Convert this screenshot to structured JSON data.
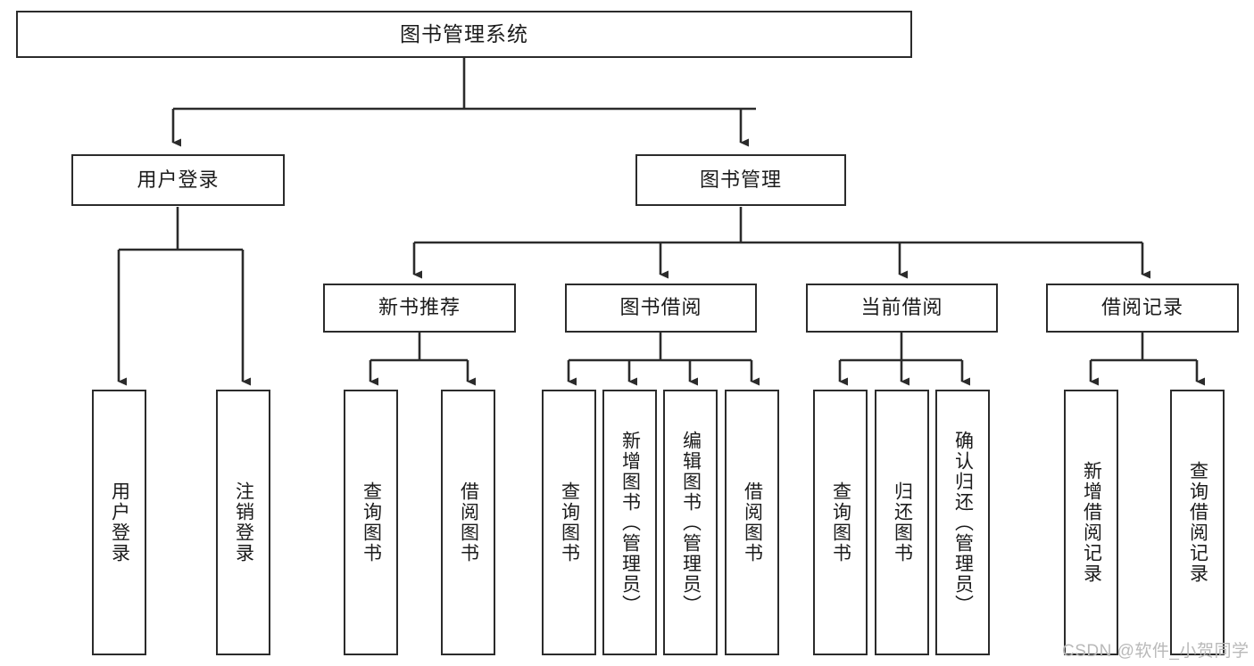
{
  "diagram": {
    "type": "tree-hierarchy-chart",
    "title": "图书管理系统",
    "orientation": "top-down",
    "colors": {
      "box_border": "#2b2b2b",
      "box_fill": "#ffffff",
      "connector": "#2b2b2b",
      "text": "#1b1b1b",
      "watermark": "#b9b9b9",
      "background": "#ffffff"
    },
    "root": {
      "label": "图书管理系统"
    },
    "level1": [
      {
        "label": "用户登录"
      },
      {
        "label": "图书管理"
      }
    ],
    "level2": [
      {
        "label": "新书推荐"
      },
      {
        "label": "图书借阅"
      },
      {
        "label": "当前借阅"
      },
      {
        "label": "借阅记录"
      }
    ],
    "leaves": {
      "user_login": [
        {
          "label": "用户登录"
        },
        {
          "label": "注销登录"
        }
      ],
      "new_book_recommend": [
        {
          "label": "查询图书"
        },
        {
          "label": "借阅图书"
        }
      ],
      "book_borrow": [
        {
          "label": "查询图书"
        },
        {
          "label": "新增图书（管理员）"
        },
        {
          "label": "编辑图书（管理员）"
        },
        {
          "label": "借阅图书"
        }
      ],
      "current_borrow": [
        {
          "label": "查询图书"
        },
        {
          "label": "归还图书"
        },
        {
          "label": "确认归还（管理员）"
        }
      ],
      "borrow_record": [
        {
          "label": "新增借阅记录"
        },
        {
          "label": "查询借阅记录"
        }
      ]
    }
  },
  "watermark": {
    "text": "CSDN @软件_小贺同学"
  }
}
